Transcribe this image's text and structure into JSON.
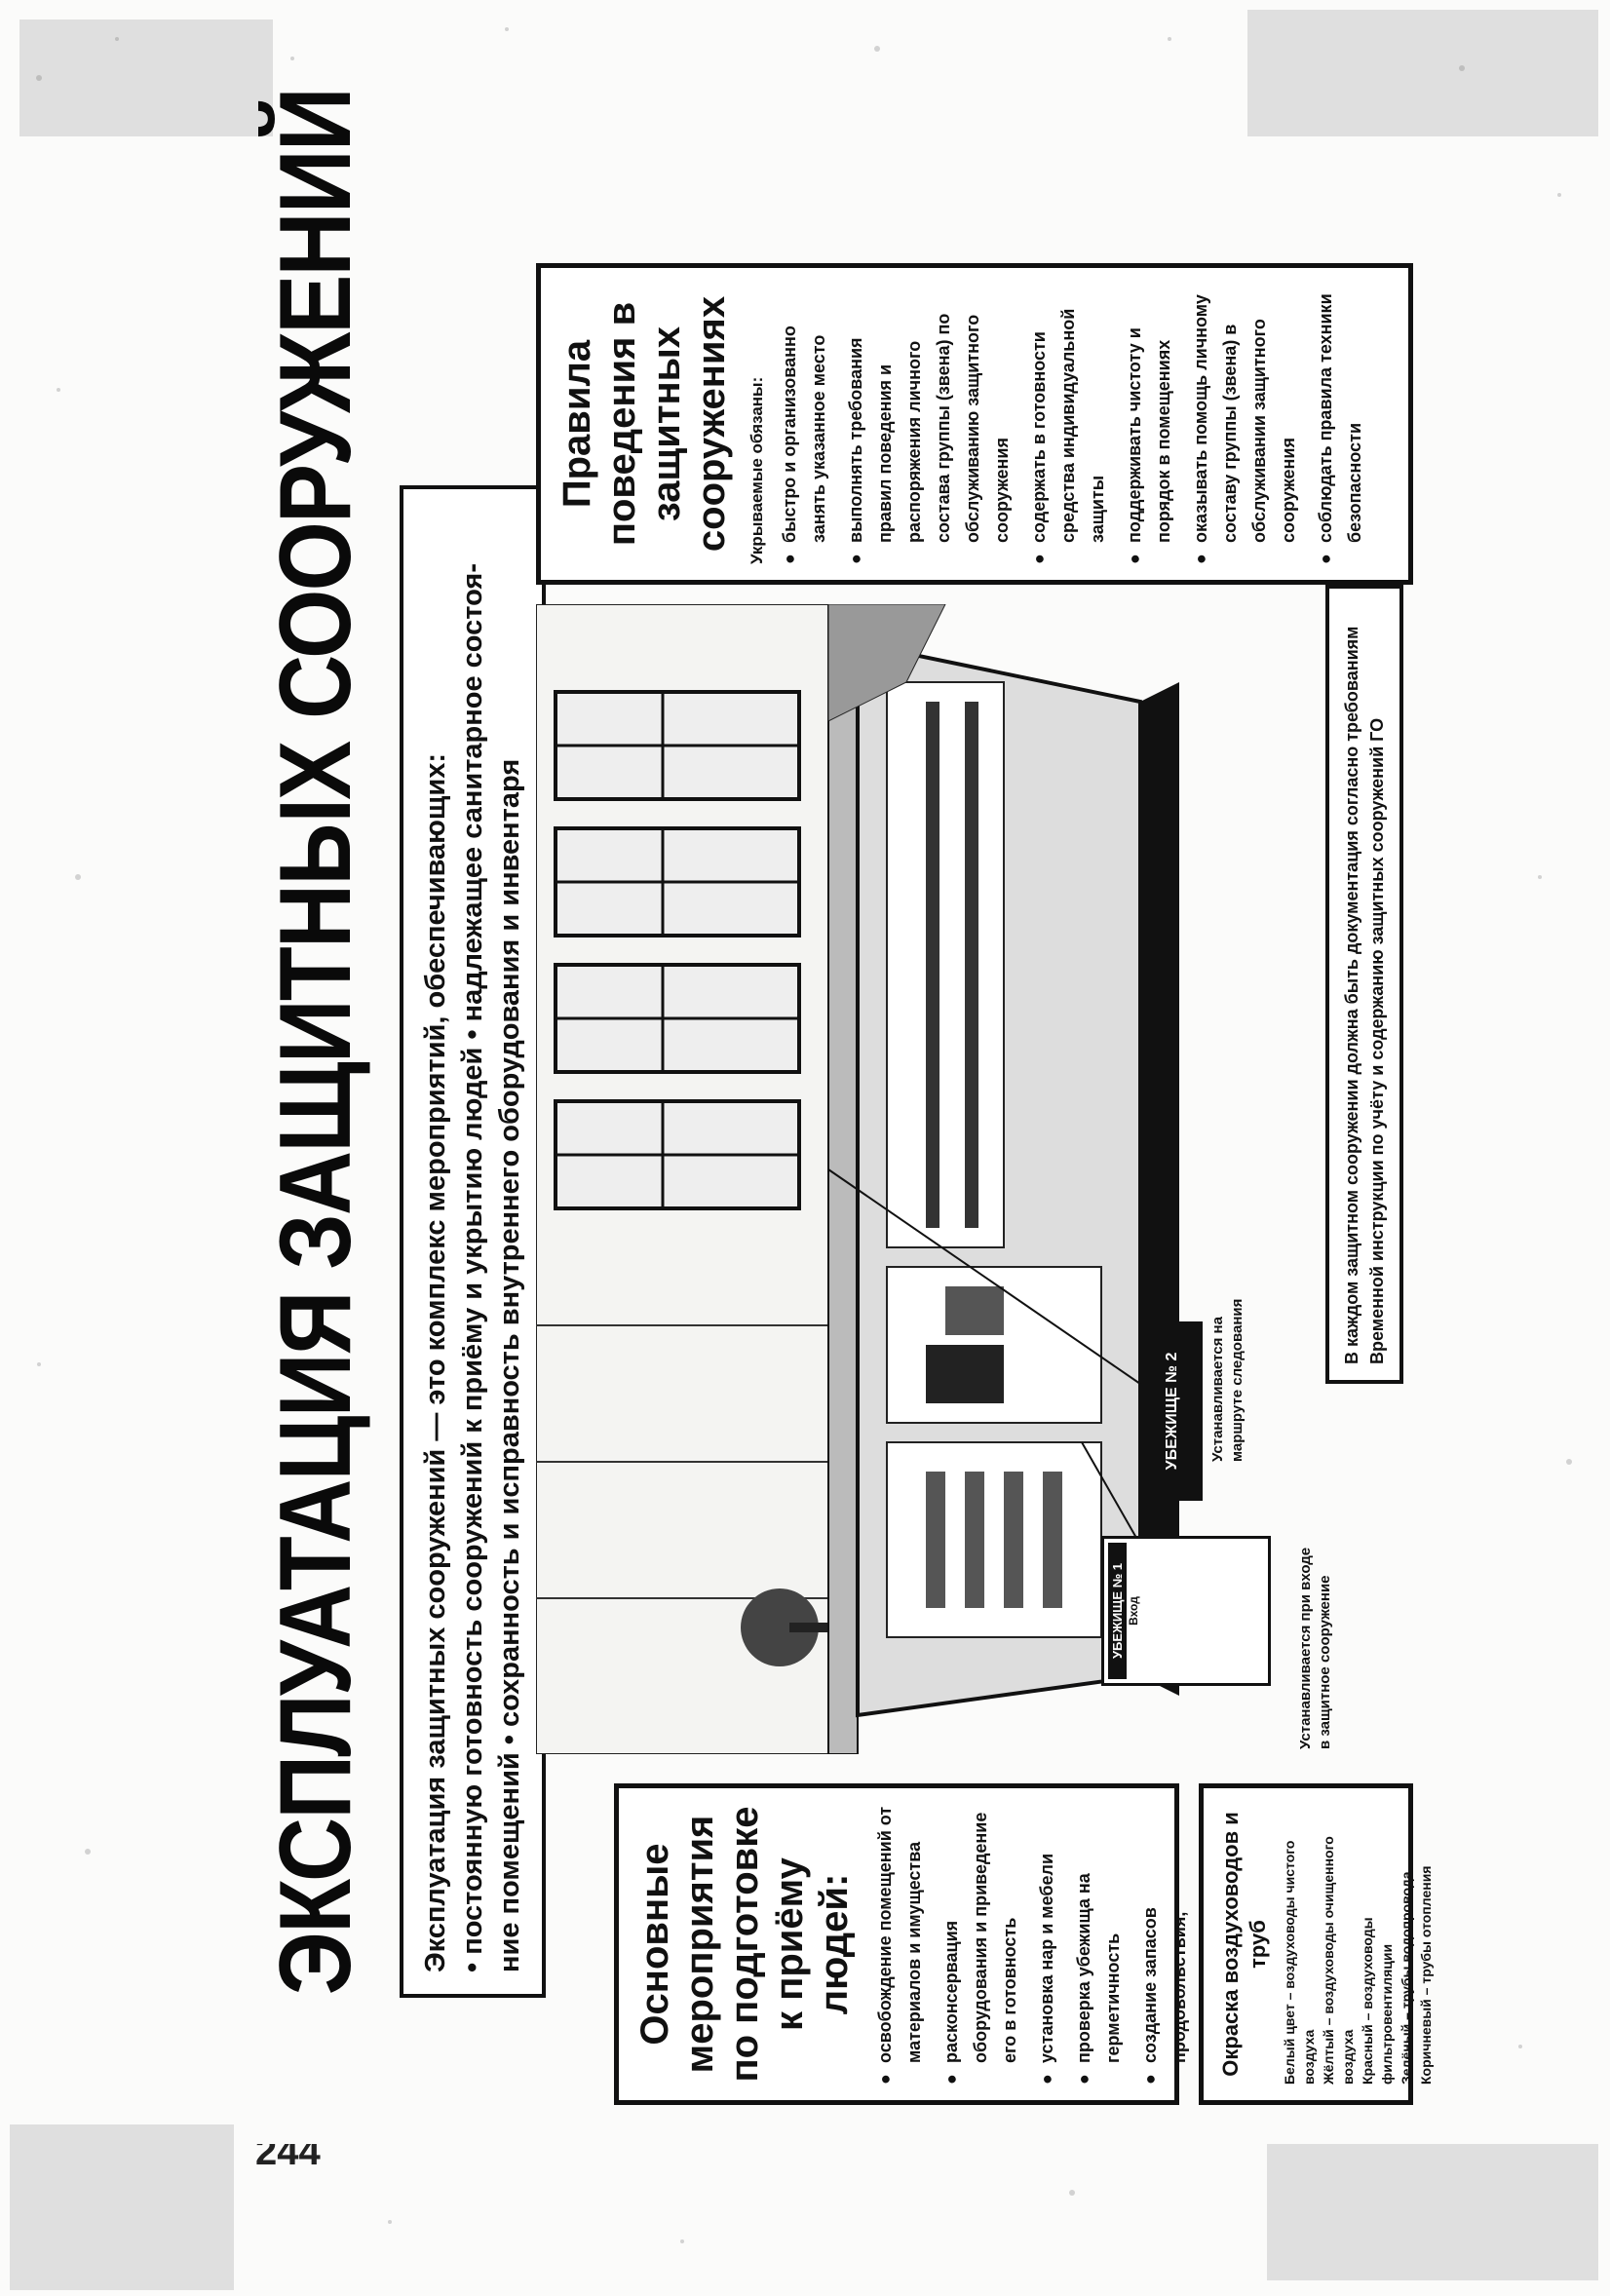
{
  "page_number": "244",
  "title": "ЭКСПЛУАТАЦИЯ ЗАЩИТНЫХ СООРУЖЕНИЙ",
  "intro": {
    "lead": "Эксплуатация защитных сооружений — это комплекс мероприятий, обеспечивающих:",
    "line_2": "• постоянную готовность сооружений к приёму и укрытию людей • надлежащее санитарное состоя-",
    "line_3": "ние помещений • сохранность и исправность внутреннего оборудования и инвентаря"
  },
  "left_box": {
    "heading": "Основные мероприятия по подготовке к приёму людей:",
    "items": [
      "освобождение помещений от материалов и имущества",
      "расконсервация оборудования и приведение его в готовность",
      "установка нар и мебели",
      "проверка убежища на герметичность",
      "создание запасов продовольствия, медикаментов, ГСМ"
    ]
  },
  "left_bottom_box": {
    "heading": "Окраска воздуховодов и труб",
    "lines": [
      "Белый цвет – воздуховоды чистого воздуха",
      "Жёлтый – воздуховоды очищенного воздуха",
      "Красный – воздуховоды фильтровентиляции",
      "Зелёный – трубы водопровода",
      "Коричневый – трубы отопления"
    ]
  },
  "right_box": {
    "heading": "Правила поведения в защитных сооружениях",
    "intro": "Укрываемые обязаны:",
    "items": [
      "быстро и организованно занять указанное место",
      "выполнять требования правил поведения и распоряжения личного состава группы (звена) по обслуживанию защитного сооружения",
      "содержать в готовности средства индивидуальной защиты",
      "поддерживать чистоту и порядок в помещениях",
      "оказывать помощь личному составу группы (звена) в обслуживании защитного сооружения",
      "соблюдать правила техники безопасности"
    ]
  },
  "callouts": {
    "sign_1_title": "УБЕЖИЩЕ № 1",
    "sign_1_body": "Вход",
    "callout_1": "Устанавливается при входе в защитное сооружение",
    "sign_2_title": "УБЕЖИЩЕ № 2",
    "callout_2": "Устанавливается на маршруте следования"
  },
  "footnote": "В каждом защитном сооружении должна быть документация согласно требованиям Временной инструкции по учёту и содержанию защитных сооружений ГО",
  "colors": {
    "ink": "#111111",
    "paper": "#fbfbfa"
  }
}
